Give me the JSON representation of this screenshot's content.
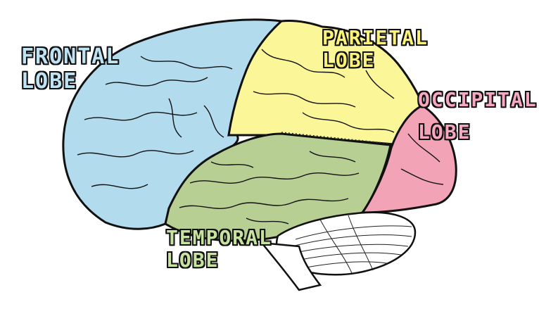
{
  "labels": {
    "frontal": {
      "line1": "FRONTAL",
      "line2": "LOBE"
    },
    "parietal": {
      "line1": "PARIETAL",
      "line2": "LOBE"
    },
    "occipital": {
      "line1": "OCCIPITAL",
      "line2": "LOBE"
    },
    "temporal": {
      "line1": "TEMPORAL",
      "line2": "LOBE"
    }
  },
  "colors": {
    "frontal": "#b3dbee",
    "parietal": "#fbf799",
    "occipital": "#f2a4b6",
    "temporal": "#b8cf94",
    "cerebellum": "#ffffff",
    "outline": "#111111",
    "frontal_text": "#bfe3f3",
    "parietal_text": "#fbf27a",
    "occipital_text": "#f7a7bf",
    "temporal_text": "#c7e39f"
  }
}
